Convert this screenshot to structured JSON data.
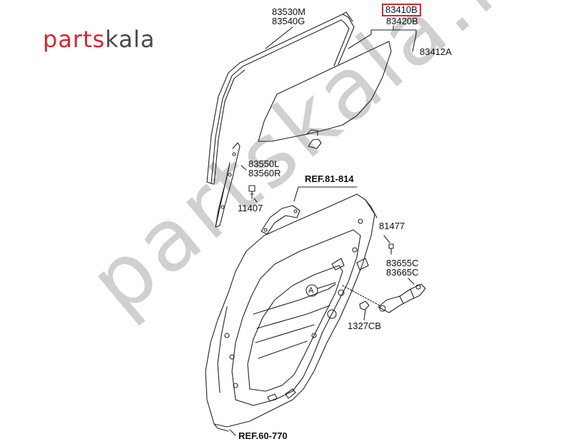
{
  "logo": {
    "part1": "parts",
    "part2": "kala"
  },
  "watermark": "partskala.ir",
  "labels": {
    "glass_run_a": "83530M",
    "glass_run_b": "83540G",
    "glass_a": "83410B",
    "glass_b": "83420B",
    "glass_sub": "83412A",
    "channel_a": "83550L",
    "channel_b": "83560R",
    "bolt": "11407",
    "ref_handle": "REF.81-814",
    "screw": "81477",
    "motor_a": "83655C",
    "motor_b": "83665C",
    "clip": "1327CB",
    "circle_a": "A",
    "ref_body": "REF.60-770"
  },
  "highlight_color": "#d9262b"
}
